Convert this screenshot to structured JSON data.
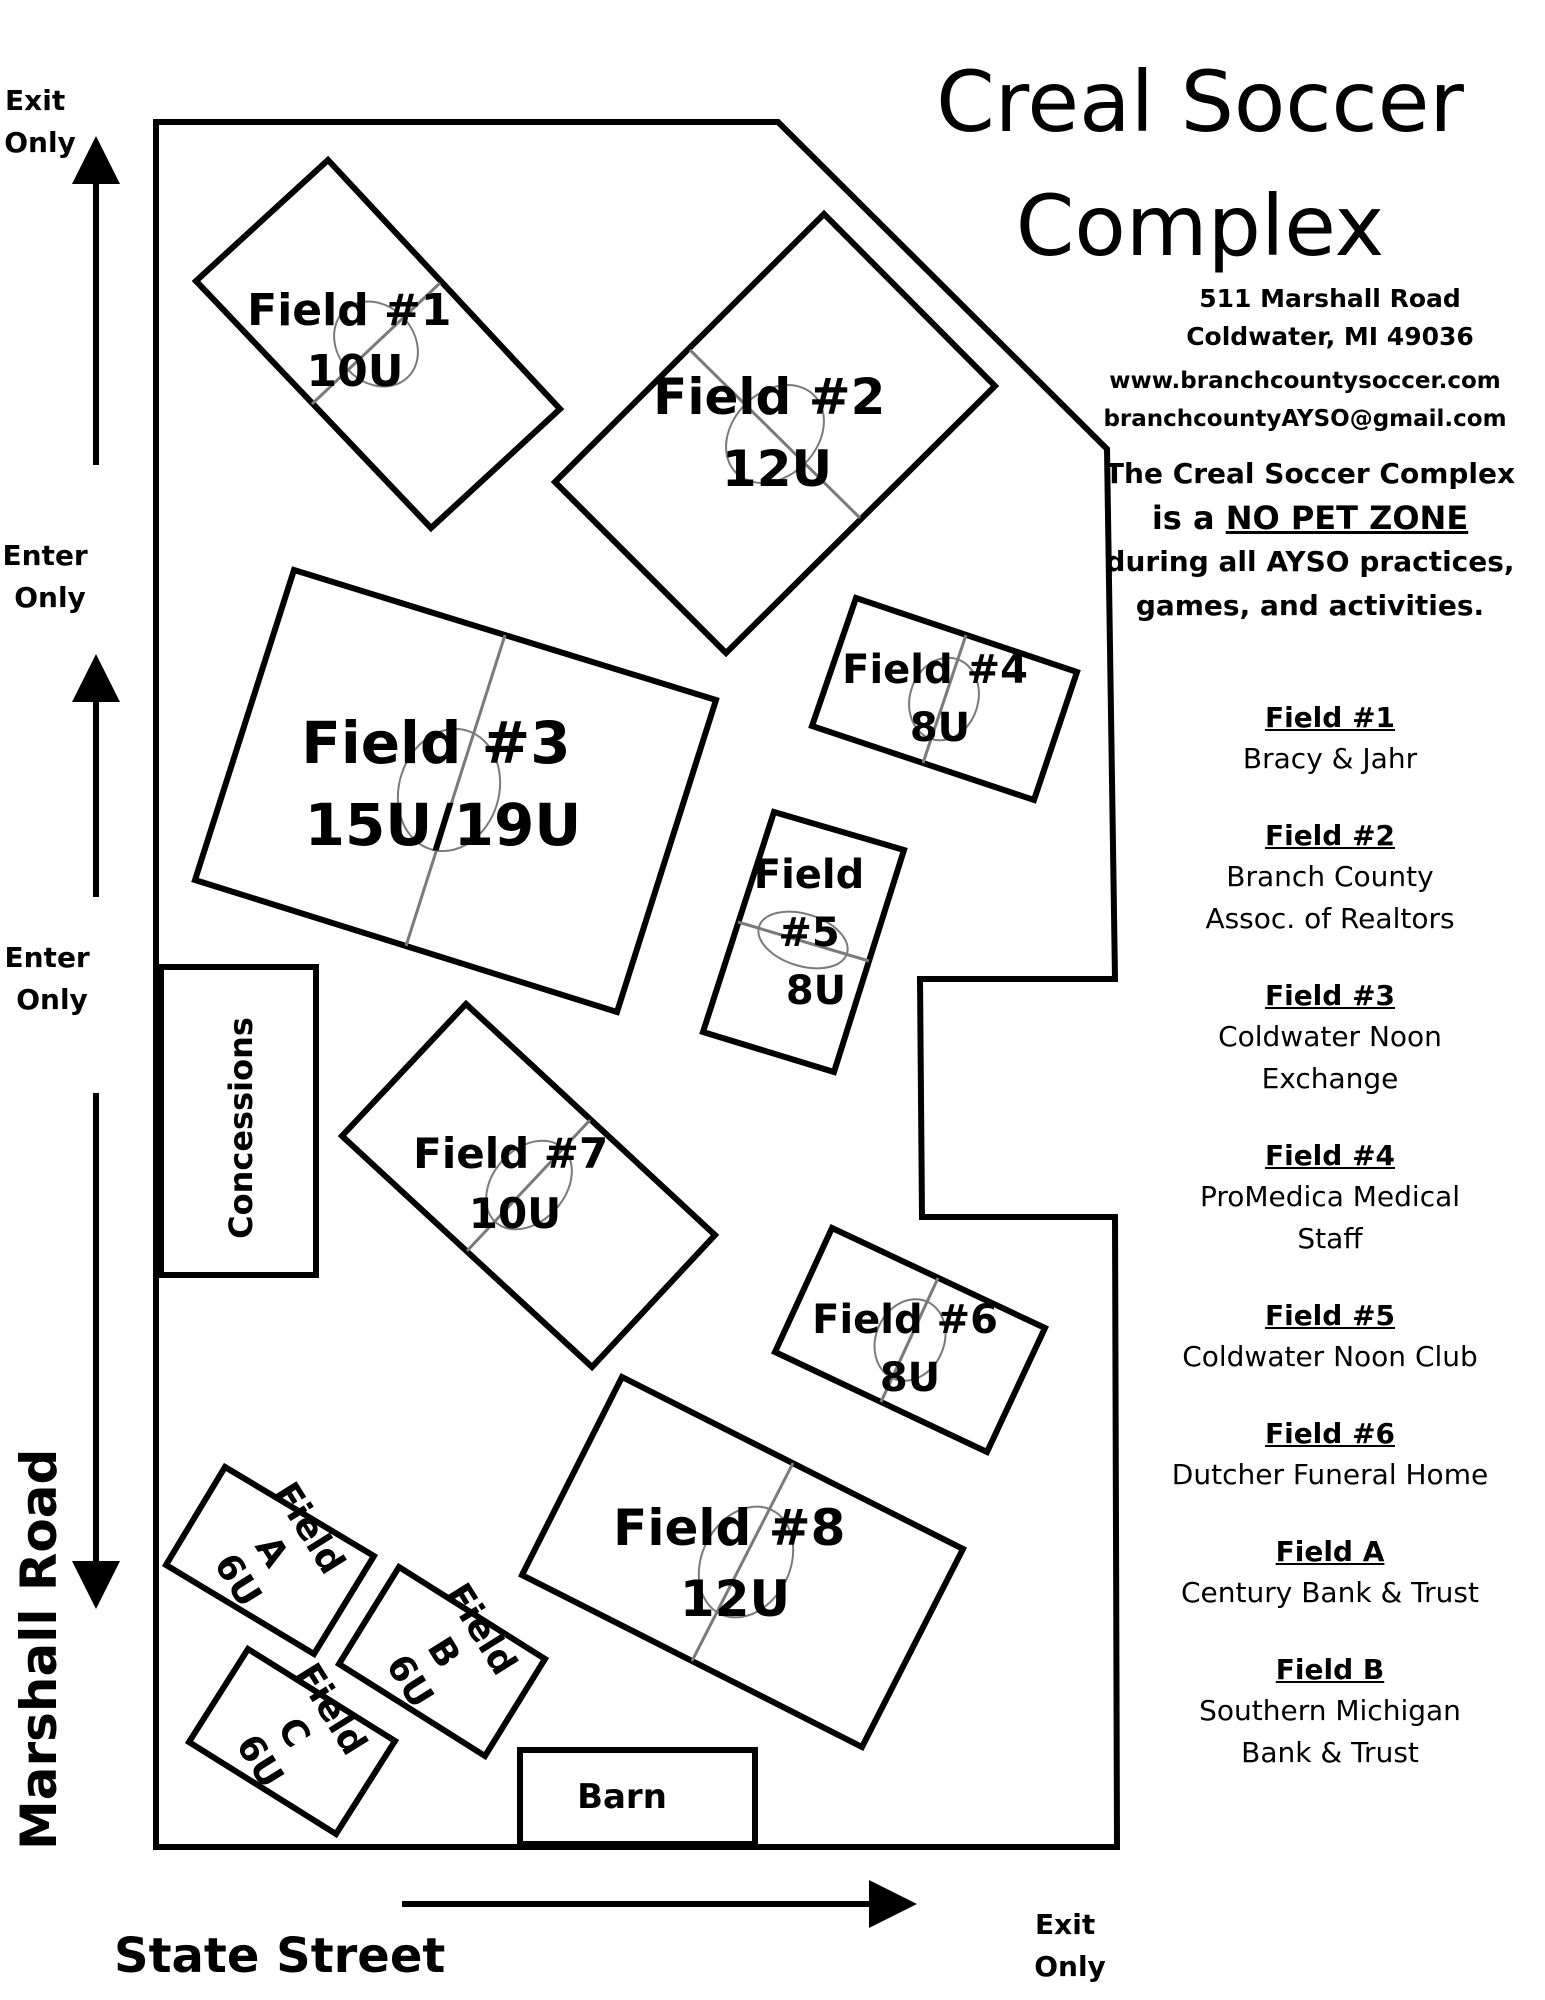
{
  "title_line1": "Creal Soccer",
  "title_line2": "Complex",
  "address_line1": "511 Marshall Road",
  "address_line2": "Coldwater, MI 49036",
  "website": "www.branchcountysoccer.com",
  "email": "branchcountyAYSO@gmail.com",
  "notice": {
    "line1": "The Creal Soccer Complex",
    "line2_pre": "is a ",
    "line2_em": "NO PET ZONE",
    "line3": "during all AYSO practices,",
    "line4": "games, and activities."
  },
  "signs": {
    "exit_top": [
      "Exit",
      "Only"
    ],
    "enter_1": [
      "Enter",
      "Only"
    ],
    "enter_2": [
      "Enter",
      "Only"
    ],
    "exit_bottom": [
      "Exit",
      "Only"
    ]
  },
  "roads": {
    "west": "Marshall Road",
    "south": "State Street"
  },
  "buildings": {
    "concessions": "Concessions",
    "barn": "Barn"
  },
  "fields": {
    "f1": [
      "Field #1",
      "10U"
    ],
    "f2": [
      "Field #2",
      "12U"
    ],
    "f3": [
      "Field #3",
      "15U/19U"
    ],
    "f4": [
      "Field #4",
      "8U"
    ],
    "f5": [
      "Field",
      "#5",
      "8U"
    ],
    "f6": [
      "Field #6",
      "8U"
    ],
    "f7": [
      "Field #7",
      "10U"
    ],
    "f8": [
      "Field #8",
      "12U"
    ],
    "fa": [
      "Field",
      "A",
      "6U"
    ],
    "fb": [
      "Field",
      "B",
      "6U"
    ],
    "fc": [
      "Field",
      "C",
      "6U"
    ]
  },
  "sponsors": [
    {
      "field": "Field #1",
      "lines": [
        "Bracy & Jahr"
      ]
    },
    {
      "field": "Field #2",
      "lines": [
        "Branch County",
        "Assoc. of Realtors"
      ]
    },
    {
      "field": "Field #3",
      "lines": [
        "Coldwater Noon",
        "Exchange"
      ]
    },
    {
      "field": "Field #4",
      "lines": [
        "ProMedica Medical",
        "Staff"
      ]
    },
    {
      "field": "Field #5",
      "lines": [
        "Coldwater Noon Club"
      ]
    },
    {
      "field": "Field #6",
      "lines": [
        "Dutcher Funeral Home"
      ]
    },
    {
      "field": "Field A",
      "lines": [
        "Century Bank & Trust"
      ]
    },
    {
      "field": "Field B",
      "lines": [
        "Southern Michigan",
        "Bank & Trust"
      ]
    }
  ]
}
